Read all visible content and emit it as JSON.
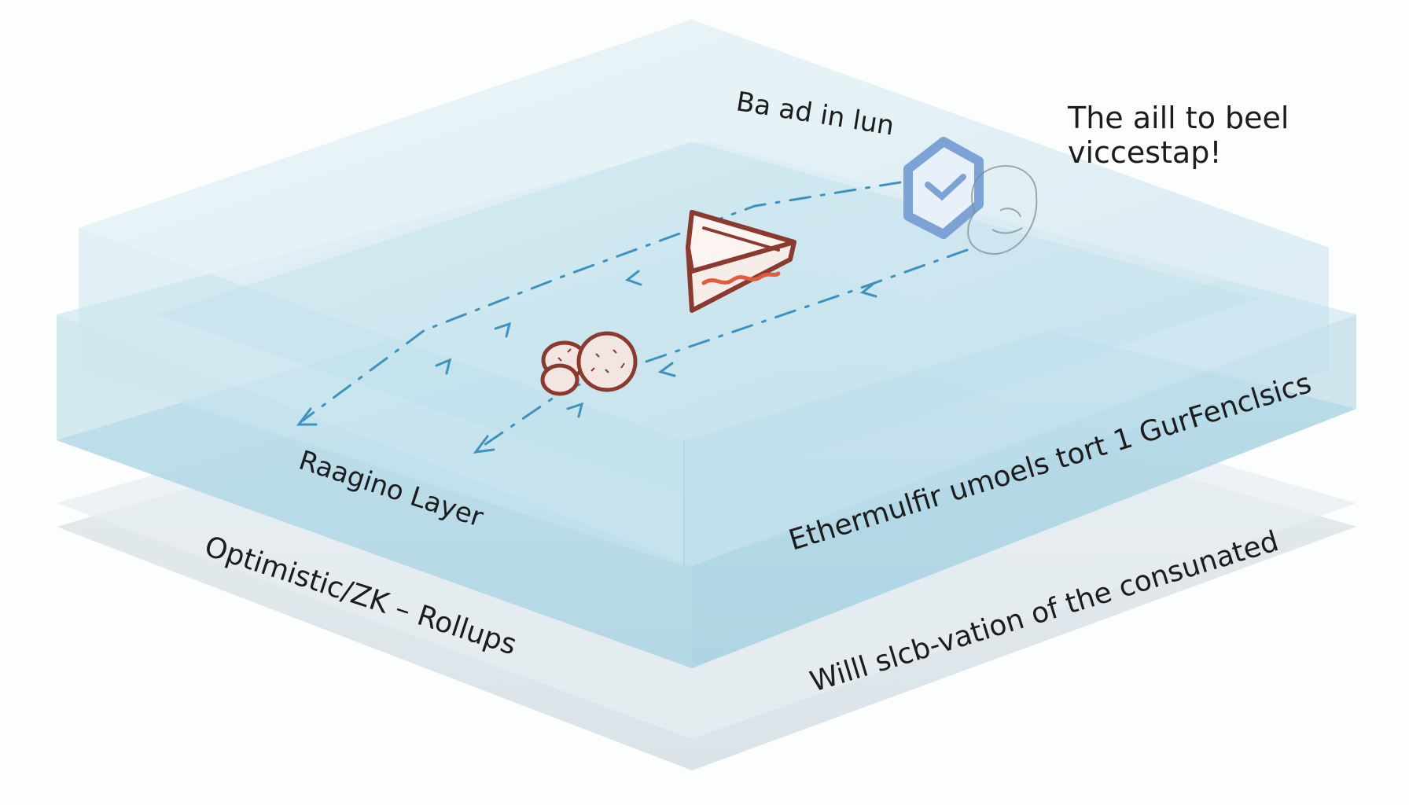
{
  "labels": {
    "top_center": "Ba ad in lun",
    "top_right_line1": "The aill to beel",
    "top_right_line2": "viccestap!",
    "upper_layer_left": "Raagino Layer",
    "upper_layer_right": "Ethermulfir umoels tort 1 GurFenclsics",
    "lower_layer_left": "Optimistic/ZK – Rollups",
    "lower_layer_right": "Willl slcb-vation of the consunated"
  },
  "icons": [
    {
      "name": "cake-slice-icon"
    },
    {
      "name": "coins-icon"
    },
    {
      "name": "hexagon-shield-icon"
    },
    {
      "name": "sketch-blob-icon"
    }
  ],
  "colors": {
    "layer_fill": "#cfe7f0",
    "layer_top": "#b7dcea",
    "layer_edge": "#9ccbdd",
    "base_layer": "#dde6ea",
    "arrow": "#3d93bd",
    "icon_stroke": "#8a3a2f",
    "icon_accent": "#e25c3c",
    "hexagon": "#7da3d6"
  }
}
